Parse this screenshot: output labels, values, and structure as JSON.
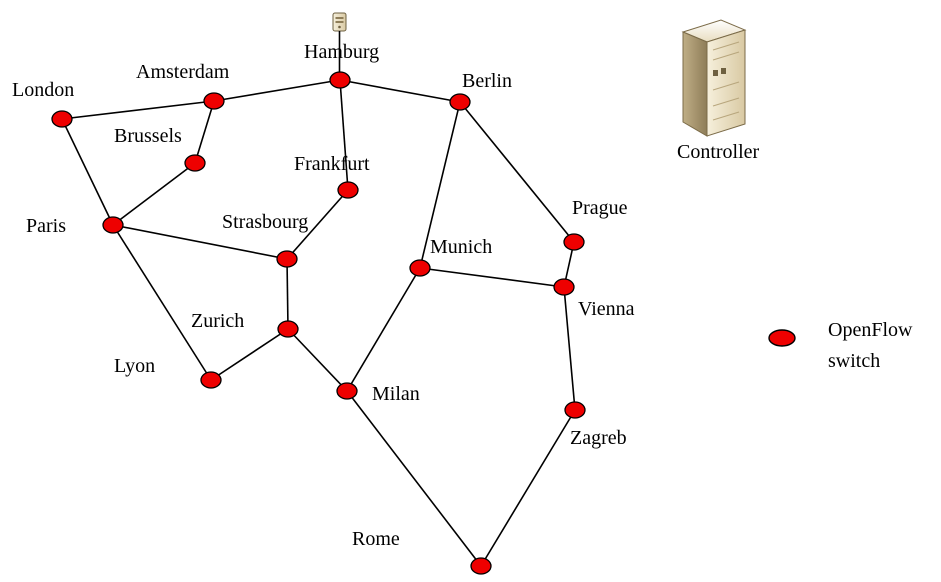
{
  "diagram": {
    "nodes": [
      {
        "id": "hamburg",
        "label": "Hamburg"
      },
      {
        "id": "amsterdam",
        "label": "Amsterdam"
      },
      {
        "id": "london",
        "label": "London"
      },
      {
        "id": "berlin",
        "label": "Berlin"
      },
      {
        "id": "brussels",
        "label": "Brussels"
      },
      {
        "id": "frankfurt",
        "label": "Frankfurt"
      },
      {
        "id": "paris",
        "label": "Paris"
      },
      {
        "id": "strasbourg",
        "label": "Strasbourg"
      },
      {
        "id": "prague",
        "label": "Prague"
      },
      {
        "id": "munich",
        "label": "Munich"
      },
      {
        "id": "vienna",
        "label": "Vienna"
      },
      {
        "id": "zurich",
        "label": "Zurich"
      },
      {
        "id": "lyon",
        "label": "Lyon"
      },
      {
        "id": "milan",
        "label": "Milan"
      },
      {
        "id": "zagreb",
        "label": "Zagreb"
      },
      {
        "id": "rome",
        "label": "Rome"
      }
    ],
    "edges": [
      [
        "london",
        "amsterdam"
      ],
      [
        "amsterdam",
        "hamburg"
      ],
      [
        "hamburg",
        "berlin"
      ],
      [
        "london",
        "paris"
      ],
      [
        "amsterdam",
        "brussels"
      ],
      [
        "brussels",
        "paris"
      ],
      [
        "hamburg",
        "frankfurt"
      ],
      [
        "frankfurt",
        "strasbourg"
      ],
      [
        "paris",
        "strasbourg"
      ],
      [
        "paris",
        "lyon"
      ],
      [
        "strasbourg",
        "zurich"
      ],
      [
        "zurich",
        "lyon"
      ],
      [
        "zurich",
        "milan"
      ],
      [
        "berlin",
        "munich"
      ],
      [
        "berlin",
        "prague"
      ],
      [
        "prague",
        "vienna"
      ],
      [
        "munich",
        "vienna"
      ],
      [
        "munich",
        "milan"
      ],
      [
        "milan",
        "rome"
      ],
      [
        "vienna",
        "zagreb"
      ],
      [
        "zagreb",
        "rome"
      ]
    ],
    "switch_color": "#ee0000",
    "controller": {
      "label": "Controller",
      "attached_to": "hamburg"
    },
    "legend": {
      "symbol_label_line1": "OpenFlow",
      "symbol_label_line2": "switch"
    }
  }
}
